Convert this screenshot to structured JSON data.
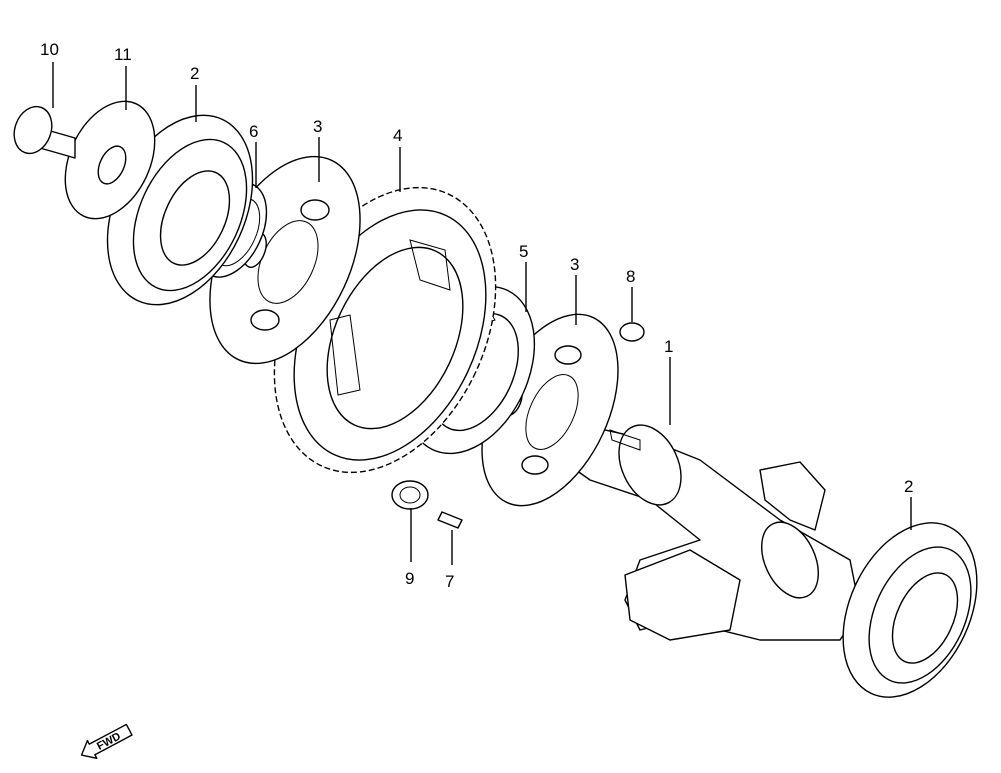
{
  "callouts": {
    "c10": "10",
    "c11": "11",
    "c2_top": "2",
    "c6": "6",
    "c3_left": "3",
    "c4": "4",
    "c5": "5",
    "c3_right": "3",
    "c8": "8",
    "c1": "1",
    "c2_right": "2",
    "c9": "9",
    "c7": "7"
  },
  "fwd_label": "FWD"
}
